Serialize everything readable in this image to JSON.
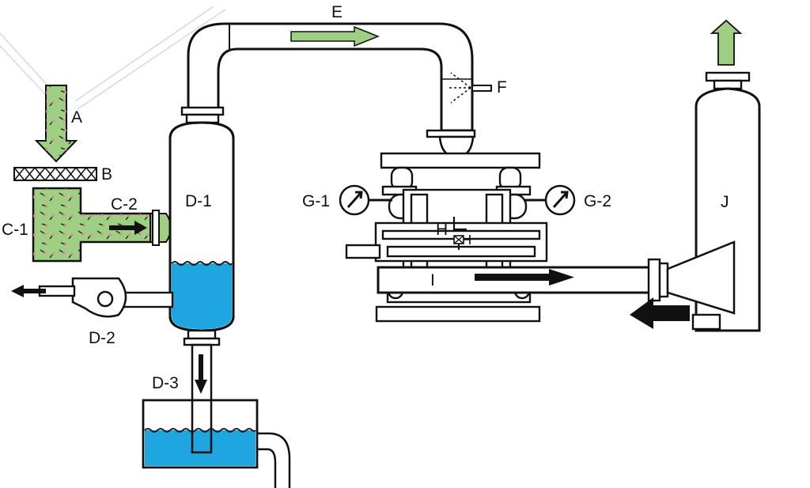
{
  "labels": {
    "A": "A",
    "B": "B",
    "C1": "C-1",
    "C2": "C-2",
    "D1": "D-1",
    "D2": "D-2",
    "D3": "D-3",
    "E": "E",
    "F": "F",
    "G1": "G-1",
    "G2": "G-2",
    "H": "H",
    "I": "I",
    "J": "J"
  },
  "colors": {
    "water": "#1fa6e0",
    "green": "#9fcf82",
    "green_dark": "#6aa84f",
    "particle": "#e87fa5",
    "outline": "#111111"
  },
  "icons": {
    "gauge_left": "pressure-gauge-icon",
    "gauge_right": "pressure-gauge-icon",
    "valve": "valve-icon",
    "spray": "spray-nozzle-icon"
  }
}
